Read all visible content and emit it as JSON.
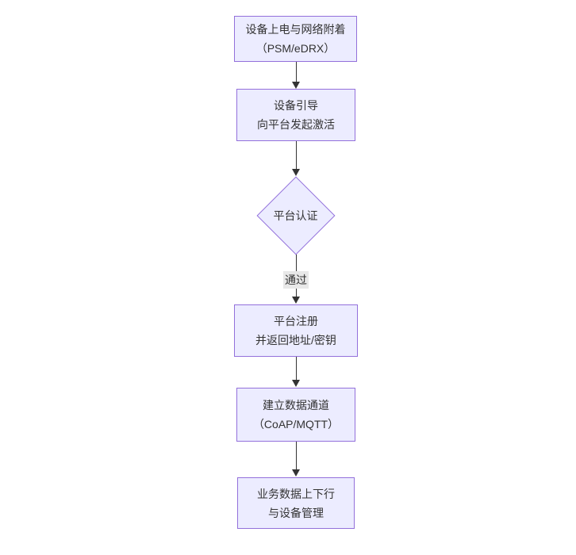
{
  "diagram": {
    "type": "flowchart",
    "direction": "top-down",
    "colors": {
      "background": "#ffffff",
      "node_fill": "#ECECFF",
      "node_border": "#9370DB",
      "text": "#333333",
      "arrow": "#333333",
      "edge_label_bg": "#e8e8e8"
    },
    "nodes": [
      {
        "id": "power_attach",
        "shape": "rect",
        "lines": [
          "设备上电与网络附着",
          "（PSM/eDRX）"
        ]
      },
      {
        "id": "bootstrap",
        "shape": "rect",
        "lines": [
          "设备引导",
          "向平台发起激活"
        ]
      },
      {
        "id": "platform_auth",
        "shape": "diamond",
        "lines": [
          "平台认证"
        ]
      },
      {
        "id": "register",
        "shape": "rect",
        "lines": [
          "平台注册",
          "并返回地址/密钥"
        ]
      },
      {
        "id": "data_channel",
        "shape": "rect",
        "lines": [
          "建立数据通道",
          "（CoAP/MQTT）"
        ]
      },
      {
        "id": "business_data",
        "shape": "rect",
        "lines": [
          "业务数据上下行",
          "与设备管理"
        ]
      }
    ],
    "edges": [
      {
        "from": "power_attach",
        "to": "bootstrap",
        "label": ""
      },
      {
        "from": "bootstrap",
        "to": "platform_auth",
        "label": ""
      },
      {
        "from": "platform_auth",
        "to": "register",
        "label": "通过"
      },
      {
        "from": "register",
        "to": "data_channel",
        "label": ""
      },
      {
        "from": "data_channel",
        "to": "business_data",
        "label": ""
      }
    ]
  }
}
